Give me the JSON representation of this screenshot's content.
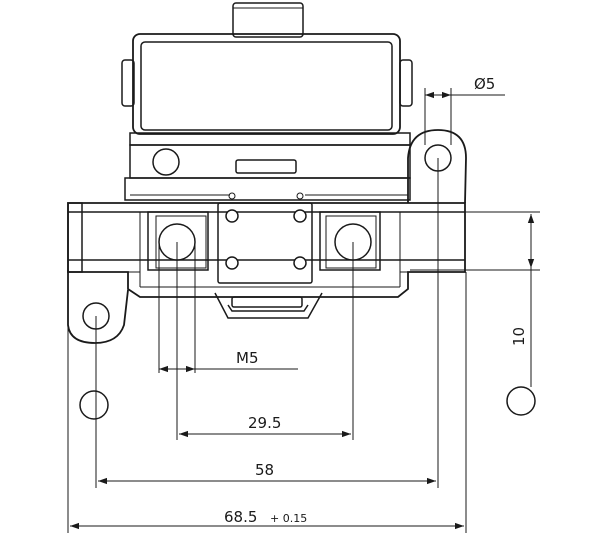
{
  "dimensions": {
    "hole_diameter": "Ø5",
    "vertical_offset": "10",
    "thread": "M5",
    "terminal_spacing": "29.5",
    "mount_hole_spacing": "58",
    "overall_width": "68.5",
    "overall_width_tolerance": "+ 0.15"
  }
}
